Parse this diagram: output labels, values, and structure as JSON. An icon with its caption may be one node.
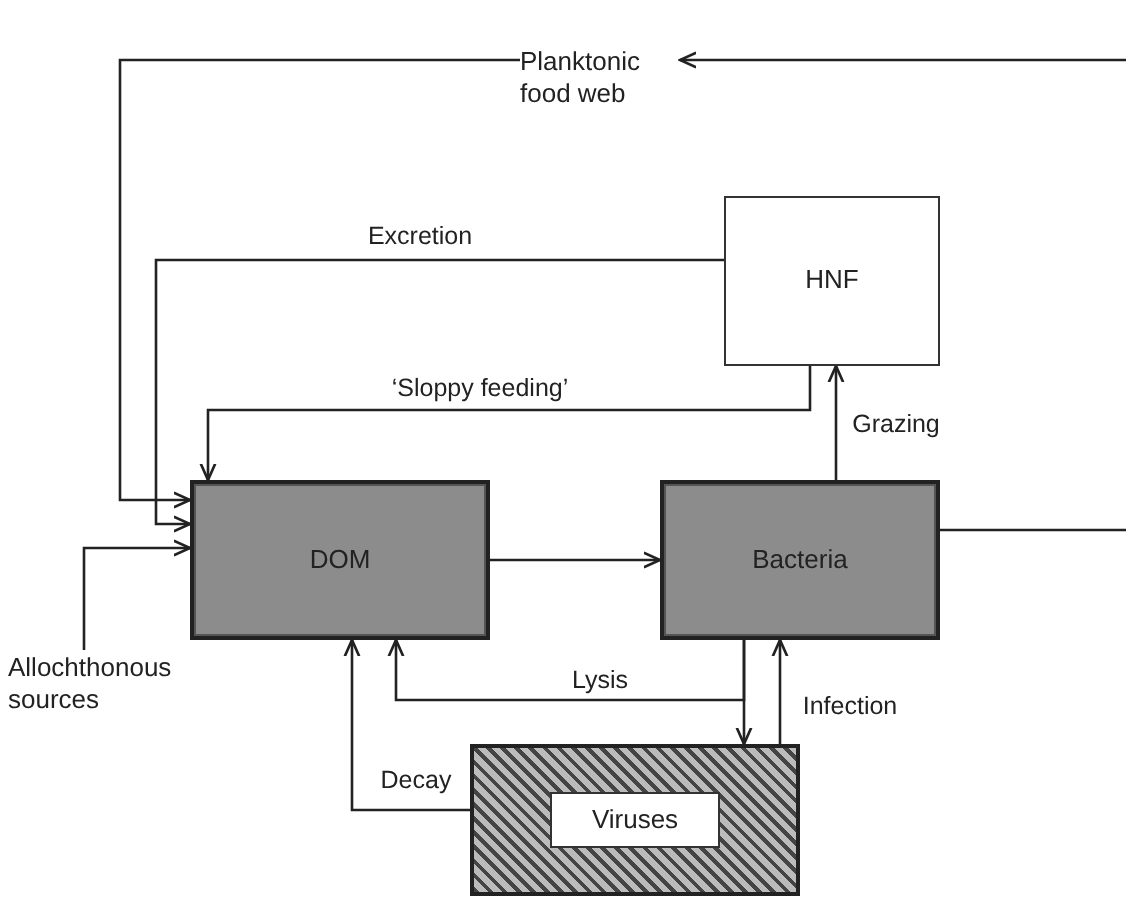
{
  "diagram": {
    "nodes": [
      {
        "text": [
          "Planktonic food web"
        ]
      },
      {
        "text": [
          "HNF"
        ]
      },
      {
        "text": [
          "DOM"
        ]
      },
      {
        "text": [
          "Bacteria"
        ]
      },
      {
        "text": [
          "Allochthonous sources"
        ]
      },
      {
        "text": [
          "Viruses"
        ]
      }
    ],
    "edges": [
      {
        "from": 3,
        "to": null,
        "arrow": "none"
      },
      {
        "from": null,
        "to": 0,
        "arrow": "to"
      },
      {
        "from": 0,
        "to": 2,
        "arrow": "to"
      },
      {
        "from": 1,
        "to": 2,
        "arrow": "to",
        "label": "Excretion"
      },
      {
        "from": 1,
        "to": 2,
        "arrow": "to",
        "label": "‘Sloppy feeding’"
      },
      {
        "from": 3,
        "to": 1,
        "arrow": "to",
        "label": "Grazing"
      },
      {
        "from": 2,
        "to": 3,
        "arrow": "to"
      },
      {
        "from": 4,
        "to": 2,
        "arrow": "to"
      },
      {
        "from": 3,
        "to": 2,
        "arrow": "to",
        "label": "Lysis"
      },
      {
        "from": 3,
        "to": 5,
        "arrow": "to"
      },
      {
        "from": 5,
        "to": 3,
        "arrow": "to",
        "label": "Infection"
      },
      {
        "from": 5,
        "to": 2,
        "arrow": "to",
        "label": "Decay"
      }
    ]
  }
}
